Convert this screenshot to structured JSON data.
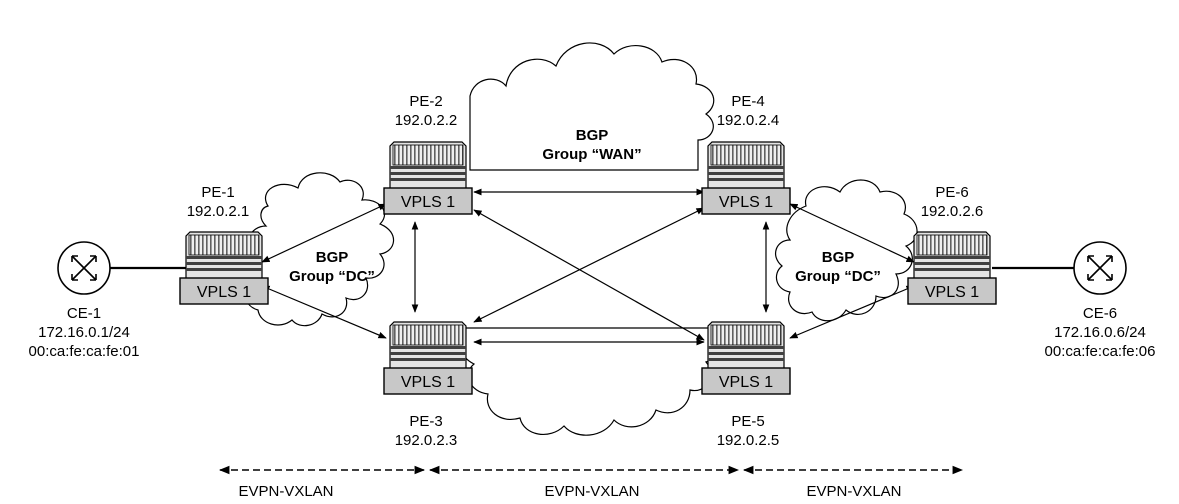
{
  "routers": [
    {
      "id": "pe1",
      "name": "PE-1",
      "ip": "192.0.2.1",
      "service": "VPLS 1"
    },
    {
      "id": "pe2",
      "name": "PE-2",
      "ip": "192.0.2.2",
      "service": "VPLS 1"
    },
    {
      "id": "pe3",
      "name": "PE-3",
      "ip": "192.0.2.3",
      "service": "VPLS 1"
    },
    {
      "id": "pe4",
      "name": "PE-4",
      "ip": "192.0.2.4",
      "service": "VPLS 1"
    },
    {
      "id": "pe5",
      "name": "PE-5",
      "ip": "192.0.2.5",
      "service": "VPLS 1"
    },
    {
      "id": "pe6",
      "name": "PE-6",
      "ip": "192.0.2.6",
      "service": "VPLS 1"
    }
  ],
  "ce": [
    {
      "id": "ce1",
      "name": "CE-1",
      "ip": "172.16.0.1/24",
      "mac": "00:ca:fe:ca:fe:01"
    },
    {
      "id": "ce6",
      "name": "CE-6",
      "ip": "172.16.0.6/24",
      "mac": "00:ca:fe:ca:fe:06"
    }
  ],
  "groups": {
    "dc_left": {
      "line1": "BGP",
      "line2": "Group “DC”"
    },
    "wan": {
      "line1": "BGP",
      "line2": "Group “WAN”"
    },
    "dc_right": {
      "line1": "BGP",
      "line2": "Group “DC”"
    }
  },
  "segments": [
    "EVPN-VXLAN",
    "EVPN-VXLAN",
    "EVPN-VXLAN"
  ],
  "colors": {
    "router_body": "#e4e4e4",
    "router_dark": "#404040",
    "vpls_box": "#c8c8c8",
    "line": "#000000"
  }
}
